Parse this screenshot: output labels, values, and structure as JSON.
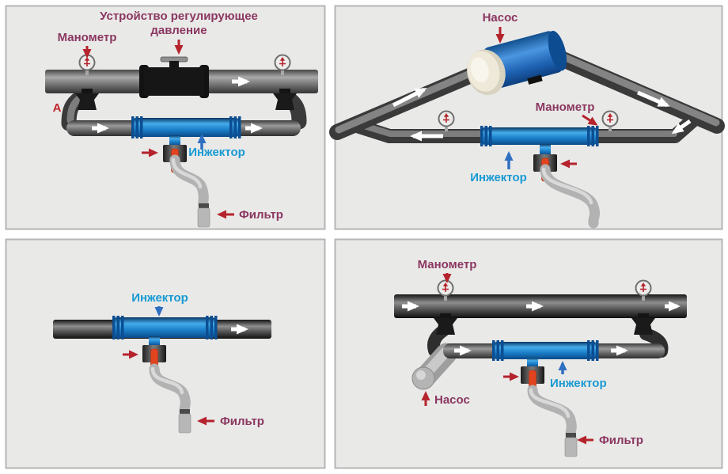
{
  "figure": {
    "panels": {
      "top_left": {
        "title_line1": "Устройство регулирующее",
        "title_line2": "давление",
        "manometer_label": "Манометр",
        "point_label": "А",
        "injector_label": "Инжектор",
        "filter_label": "Фильтр"
      },
      "top_right": {
        "pump_label": "Насос",
        "manometer_label": "Манометр",
        "injector_label": "Инжектор"
      },
      "bottom_left": {
        "injector_label": "Инжектор",
        "filter_label": "Фильтр"
      },
      "bottom_right": {
        "manometer_label": "Манометр",
        "pump_label": "Насос",
        "injector_label": "Инжектор",
        "filter_label": "Фильтр"
      }
    },
    "colors": {
      "label_maroon": "#8b3760",
      "label_cyan": "#189ad3",
      "letter_a_red": "#c2262d",
      "pointer_arrow_red": "#b5232c",
      "pointer_arrow_blue": "#2f6fc1",
      "flow_arrow_white": "#ffffff",
      "injector_pipe_blue": "#1b82cc",
      "pump_blue": "#2a6fbe",
      "panel_background": "#e9e9e8"
    }
  }
}
